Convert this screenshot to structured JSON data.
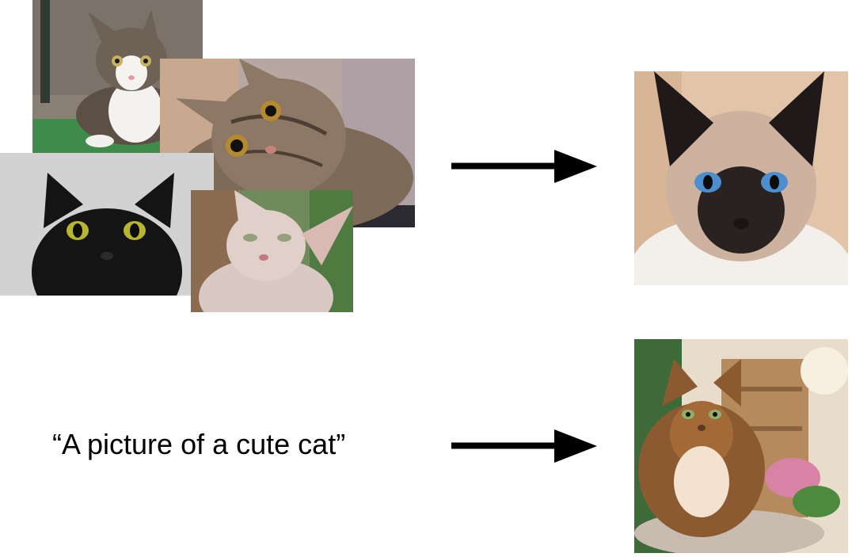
{
  "inputs": {
    "photos": [
      {
        "icon": "tabby-white-kitten-photo"
      },
      {
        "icon": "tabby-cat-closeup-photo"
      },
      {
        "icon": "black-cat-photo"
      },
      {
        "icon": "sphynx-cat-photo"
      }
    ],
    "text_prompt": "“A picture of a cute cat”"
  },
  "arrows": [
    {
      "icon": "arrow-right-icon"
    },
    {
      "icon": "arrow-right-icon"
    }
  ],
  "outputs": [
    {
      "icon": "siamese-cat-generated-photo"
    },
    {
      "icon": "fluffy-cat-generated-photo"
    }
  ],
  "colors": {
    "arrow": "#000000",
    "text": "#000000",
    "background": "#ffffff"
  }
}
